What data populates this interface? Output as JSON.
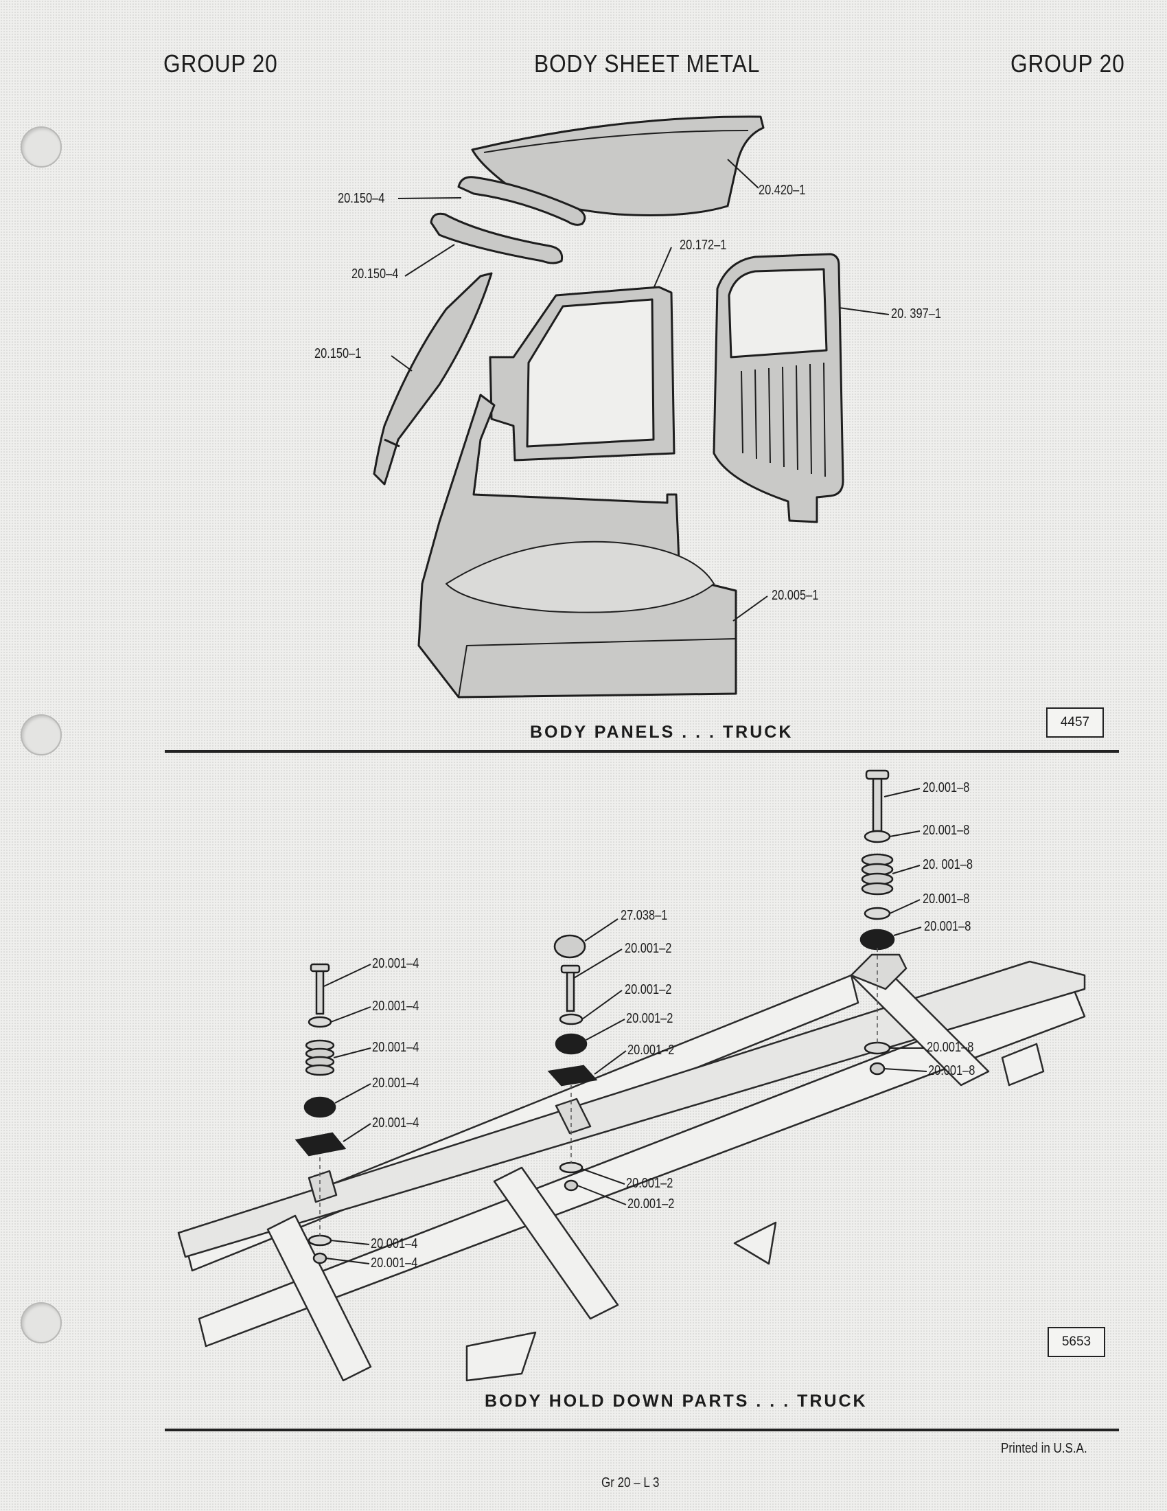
{
  "header": {
    "left": "GROUP 20",
    "center": "BODY SHEET METAL",
    "right": "GROUP 20"
  },
  "figure1": {
    "caption": "BODY PANELS . . . TRUCK",
    "number": "4457",
    "callouts": {
      "roof": "20.420–1",
      "drip_upper": "20.150–4",
      "drip_lower": "20.150–4",
      "pillar": "20.150–1",
      "door_frame": "20.172–1",
      "back_panel": "20. 397–1",
      "floor": "20.005–1"
    }
  },
  "figure2": {
    "caption": "BODY HOLD DOWN PARTS . . . TRUCK",
    "number": "5653",
    "callouts": {
      "right": [
        "20.001–8",
        "20.001–8",
        "20. 001–8",
        "20.001–8",
        "20.001–8",
        "20.001–8",
        "20.001–8"
      ],
      "center": [
        "27.038–1",
        "20.001–2",
        "20.001–2",
        "20.001–2",
        "20.001–2",
        "20.001–2",
        "20.001–2"
      ],
      "left": [
        "20.001–4",
        "20.001–4",
        "20.001–4",
        "20.001–4",
        "20.001–4",
        "20.001–4",
        "20.001–4"
      ]
    }
  },
  "footer": {
    "printed": "Printed in U.S.A.",
    "page": "Gr 20 – L 3"
  }
}
